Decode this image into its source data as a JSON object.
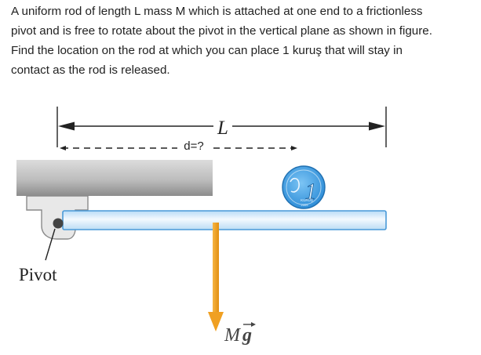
{
  "question": {
    "lines": [
      "A uniform rod of length L mass M which is attached at one end to a frictionless",
      "pivot and is free to rotate about the pivot in the vertical plane as shown in figure.",
      "Find the location on the rod at which you can place 1 kuruş that will stay in",
      "contact as the rod is released."
    ]
  },
  "figure": {
    "length_label": "L",
    "distance_label": "d=?",
    "pivot_label": "Pivot",
    "force_label_main": "M",
    "force_label_vector": "g",
    "coin": {
      "numeral": "1",
      "text_small": "KURUŞ",
      "year": "2009"
    },
    "colors": {
      "rod_fill": "#cfe8fb",
      "rod_edge": "#4a9ad8",
      "ceiling_top": "#d8d8d8",
      "ceiling_bottom": "#8f8f8f",
      "arrow": "#f0a022",
      "coin": "#3f9fe3"
    }
  }
}
